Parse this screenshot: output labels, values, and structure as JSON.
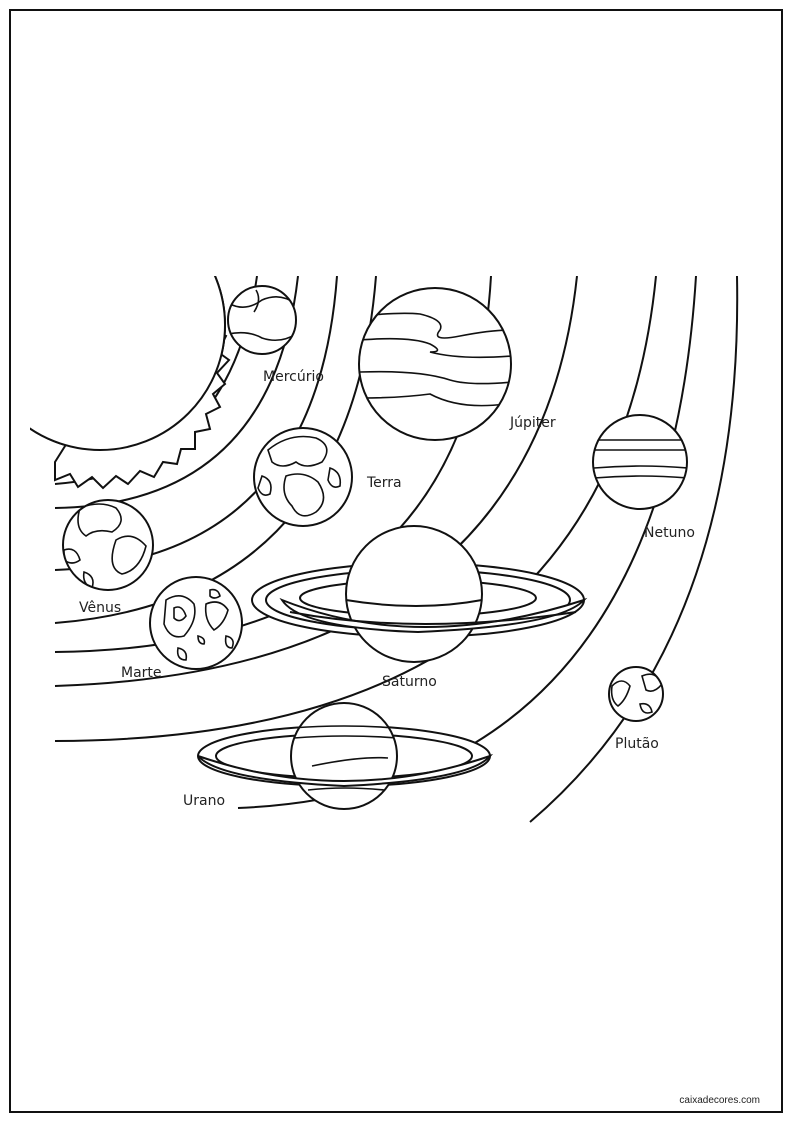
{
  "labels": {
    "mercurio": "Mercúrio",
    "terra": "Terra",
    "jupiter": "Júpiter",
    "netuno": "Netuno",
    "venus": "Vênus",
    "marte": "Marte",
    "saturno": "Saturno",
    "urano": "Urano",
    "plutao": "Plutão"
  },
  "footer": {
    "credit": "caixadecores.com"
  }
}
